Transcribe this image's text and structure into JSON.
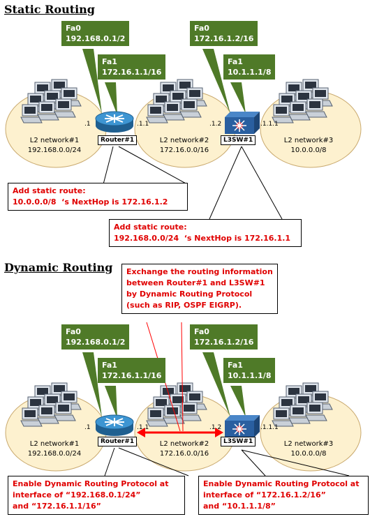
{
  "static": {
    "title": "Static Routing",
    "router_fa0": "Fa0\n192.168.0.1/2",
    "router_fa1": "Fa1\n172.16.1.1/16",
    "sw_fa0": "Fa0\n172.16.1.2/16",
    "sw_fa1": "Fa1\n10.1.1.1/8",
    "net1": "L2 network#1\n192.168.0.0/24",
    "net2": "L2 network#2\n172.16.0.0/16",
    "net3": "L2 network#3\n10.0.0.0/8",
    "router_label": "Router#1",
    "sw_label": "L3SW#1",
    "ip_r_left": ".1",
    "ip_r_right": ".1.1",
    "ip_s_left": ".1.2",
    "ip_s_right": ".1.1.1",
    "note_router": "Add static route:\n10.0.0.0/8  ‘s NextHop is 172.16.1.2",
    "note_sw": "Add static route:\n192.168.0.0/24  ‘s NextHop is 172.16.1.1"
  },
  "dynamic": {
    "title": "Dynamic Routing",
    "exchange_note": "Exchange the routing information\nbetween Router#1 and L3SW#1\nby Dynamic Routing Protocol\n(such as RIP, OSPF EIGRP).",
    "router_fa0": "Fa0\n192.168.0.1/2",
    "router_fa1": "Fa1\n172.16.1.1/16",
    "sw_fa0": "Fa0\n172.16.1.2/16",
    "sw_fa1": "Fa1\n10.1.1.1/8",
    "net1": "L2 network#1\n192.168.0.0/24",
    "net2": "L2 network#2\n172.16.0.0/16",
    "net3": "L2 network#3\n10.0.0.0/8",
    "router_label": "Router#1",
    "sw_label": "L3SW#1",
    "ip_r_left": ".1",
    "ip_r_right": ".1.1",
    "ip_s_left": ".1.2",
    "ip_s_right": ".1.1.1",
    "note_router": "Enable Dynamic Routing Protocol at\ninterface of “192.168.0.1/24”\nand “172.16.1.1/16”",
    "note_sw": "Enable Dynamic Routing Protocol at\ninterface of “172.16.1.2/16”\nand “10.1.1.1/8”"
  },
  "colors": {
    "callout_green": "#4f7a28",
    "network_fill": "#fdf1cf",
    "note_text_red": "#e00000",
    "router_blue": "#2f7fb8",
    "switch_blue": "#2a5fa0",
    "arrow_red": "#ff0000"
  },
  "icons": [
    "pc-cluster-icon",
    "router-icon",
    "l3-switch-icon"
  ]
}
